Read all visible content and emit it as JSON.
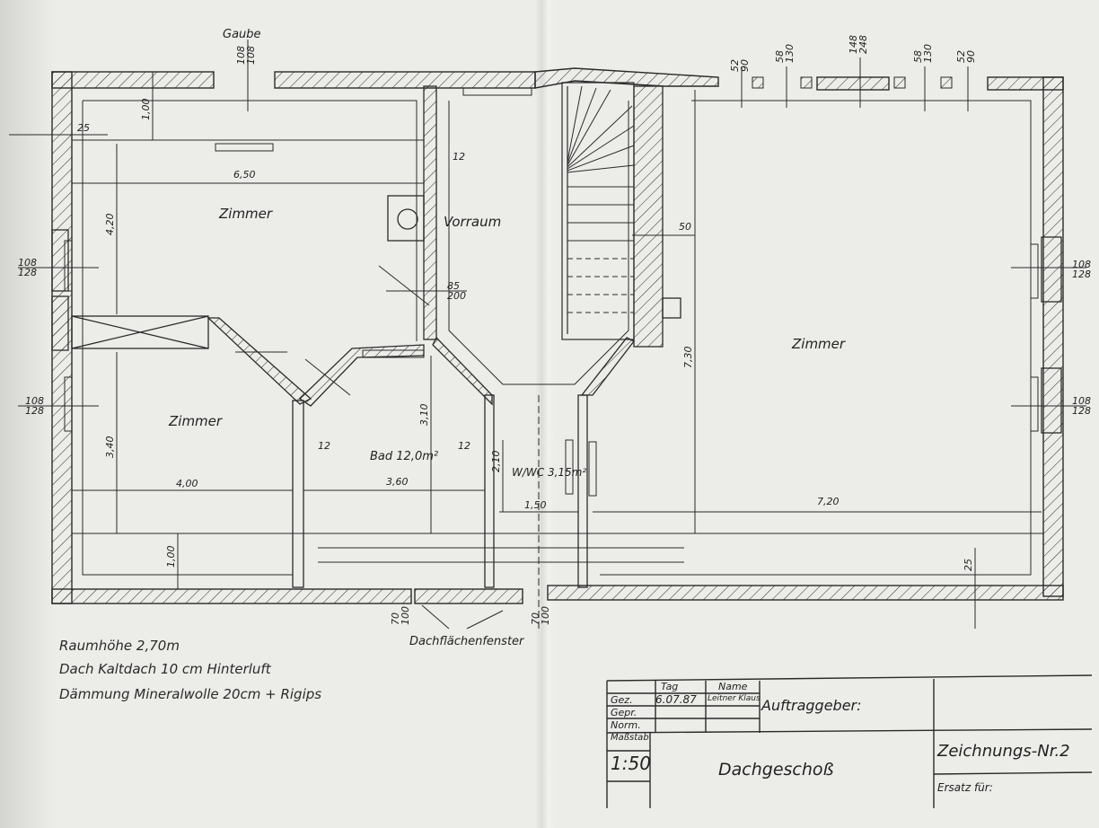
{
  "labels": {
    "gaube": "Gaube",
    "zimmer_top": "Zimmer",
    "vorraum": "Vorraum",
    "zimmer_left": "Zimmer",
    "zimmer_right": "Zimmer",
    "bad": "Bad 12,0m²",
    "wc": "W/WC 3,15m²",
    "dachfenster": "Dachflächenfenster"
  },
  "dimensions": {
    "d_25_top": "25",
    "d_100_top": "1,00",
    "d_650": "6,50",
    "d_12_a": "12",
    "d_420": "4,20",
    "d_50": "50",
    "d_85_200": "85\n200",
    "d_340": "3,40",
    "d_400": "4,00",
    "d_360": "3,60",
    "d_12_b": "12",
    "d_12_c": "12",
    "d_310": "3,10",
    "d_210": "2,10",
    "d_150": "1,50",
    "d_730": "7,30",
    "d_720": "7,20",
    "d_100_bottom": "1,00",
    "d_25_bottom": "25",
    "w_108_128_l1": "108\n128",
    "w_108_128_l2": "108\n128",
    "w_108_128_r1": "108\n128",
    "w_108_128_r2": "108\n128",
    "w_70_100": "70\n100",
    "w_70_100_b": "70\n100",
    "t_108_108": "108\n108",
    "t_52_90_a": "52\n90",
    "t_58_130_a": "58\n130",
    "t_148_248": "148\n248",
    "t_58_130_b": "58\n130",
    "t_52_90_b": "52\n90"
  },
  "notes": {
    "line1": "Raumhöhe 2,70m",
    "line2": "Dach Kaltdach   10 cm Hinterluft",
    "line3": "Dämmung  Mineralwolle  20cm  + Rigips"
  },
  "title_block": {
    "tag_header": "Tag",
    "name_header": "Name",
    "gez": "Gez.",
    "gez_date": "6.07.87",
    "gez_name": "Leitner Klaus",
    "gepr": "Gepr.",
    "norm": "Norm.",
    "massstab_label": "Maßstab",
    "massstab_value": "1:50",
    "auftraggeber": "Auftraggeber:",
    "title": "Dachgeschoß",
    "drawing_no": "Zeichnungs-Nr.2",
    "ersatz": "Ersatz für:"
  }
}
